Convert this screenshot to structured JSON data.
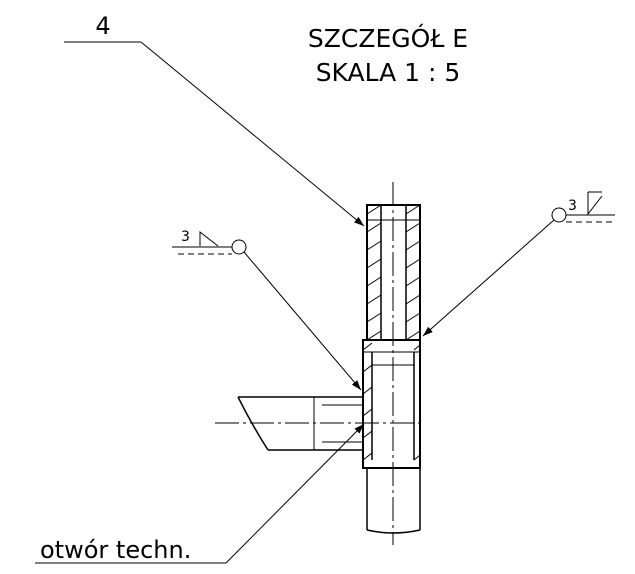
{
  "detail": {
    "title_line1": "SZCZEGÓŁ E",
    "title_line2": "SKALA 1 : 5"
  },
  "part_label": "4",
  "weld_left": {
    "size": "3"
  },
  "weld_right": {
    "size": "3"
  },
  "note": "otwór techn."
}
